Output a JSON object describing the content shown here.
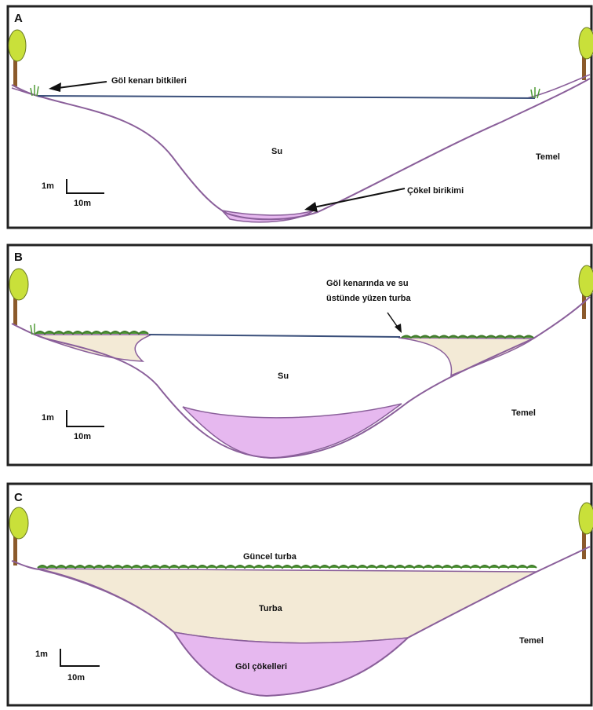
{
  "panels": [
    {
      "letter": "A",
      "labels": {
        "vegetation": "Göl kenarı bitkileri",
        "water": "Su",
        "bedrock": "Temel",
        "sediment": "Çökel birikimi"
      },
      "scale": {
        "vertical": "1m",
        "horizontal": "10m"
      }
    },
    {
      "letter": "B",
      "labels": {
        "floating_peat_line1": "Göl kenarında ve su",
        "floating_peat_line2": "üstünde yüzen turba",
        "water": "Su",
        "bedrock": "Temel"
      },
      "scale": {
        "vertical": "1m",
        "horizontal": "10m"
      }
    },
    {
      "letter": "C",
      "labels": {
        "recent_peat": "Güncel turba",
        "peat": "Turba",
        "lake_sediments": "Göl çökelleri",
        "bedrock": "Temel"
      },
      "scale": {
        "vertical": "1m",
        "horizontal": "10m"
      }
    }
  ],
  "colors": {
    "water_line": "#3a4f7a",
    "basin_outline": "#8a5f9a",
    "sediment_fill": "#e6b8ef",
    "peat_fill": "#f3ead6",
    "vegetation": "#4f9a35",
    "tree_crown": "#c9e03a",
    "tree_trunk": "#8b5a2b",
    "frame": "#222222"
  }
}
